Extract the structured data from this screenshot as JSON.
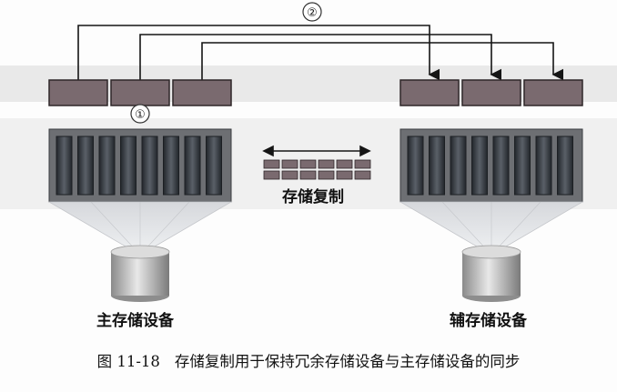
{
  "diagram": {
    "step_markers": [
      "②",
      "①"
    ],
    "center_label": "存储复制",
    "primary_label": "主存储设备",
    "secondary_label": "辅存储设备"
  },
  "caption": {
    "number": "图 11-18",
    "text": "存储复制用于保持冗余存储设备与主存储设备的同步"
  },
  "colors": {
    "volume_fill": "#7a6a6f",
    "volume_stroke": "#2e2628",
    "array_frame": "#6d6f73",
    "disk_dark": "#3b3f45",
    "line": "#151515"
  }
}
